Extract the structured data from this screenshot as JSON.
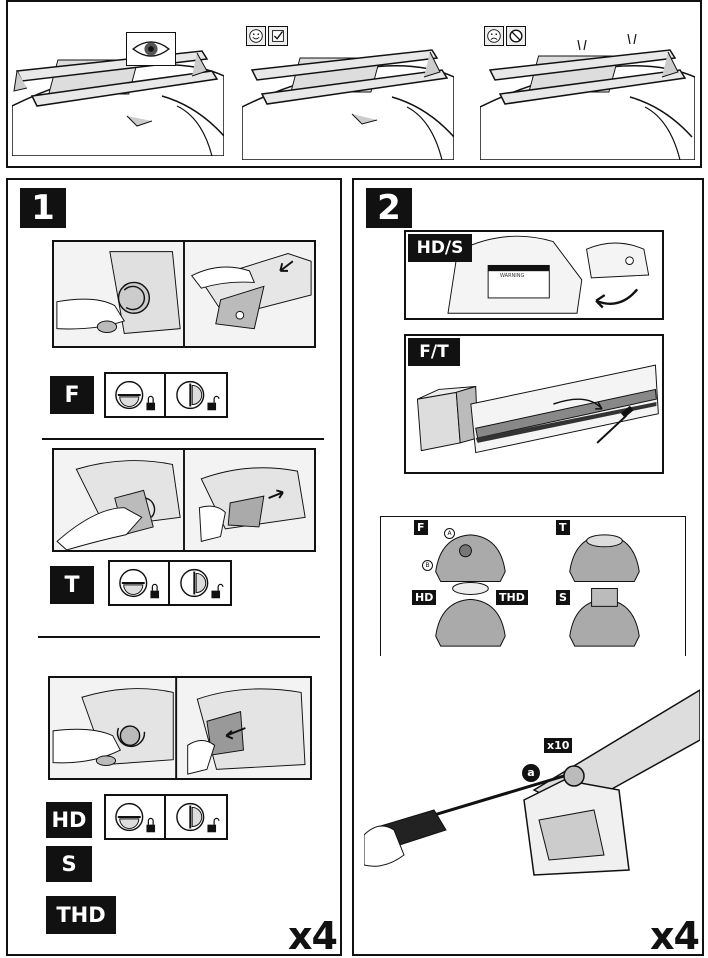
{
  "top_panel": {
    "panel1_icon": "eye-icon",
    "panel2_icons": [
      "smiley-happy-icon",
      "checkbox-checked-icon"
    ],
    "panel3_icons": [
      "smiley-sad-icon",
      "prohibited-icon"
    ]
  },
  "step1": {
    "number": "1",
    "section_f": {
      "tag": "F",
      "locks": [
        "lock-locked-icon",
        "lock-unlocked-icon"
      ]
    },
    "section_t": {
      "tag": "T",
      "locks": [
        "lock-locked-icon",
        "lock-unlocked-icon"
      ]
    },
    "section_hd": {
      "tags": [
        "HD",
        "S",
        "THD"
      ],
      "locks": [
        "lock-locked-icon",
        "lock-unlocked-icon"
      ]
    },
    "multiplier": "x4"
  },
  "step2": {
    "number": "2",
    "hds_tag": "HD/S",
    "ft_tag": "F/T",
    "warning_label": "WARNING",
    "foot_types": {
      "f": "F",
      "t": "T",
      "hd": "HD",
      "thd": "THD",
      "s": "S",
      "point_a": "A",
      "point_b": "B"
    },
    "screw_badge": "x10",
    "screw_point": "a",
    "multiplier": "x4"
  }
}
